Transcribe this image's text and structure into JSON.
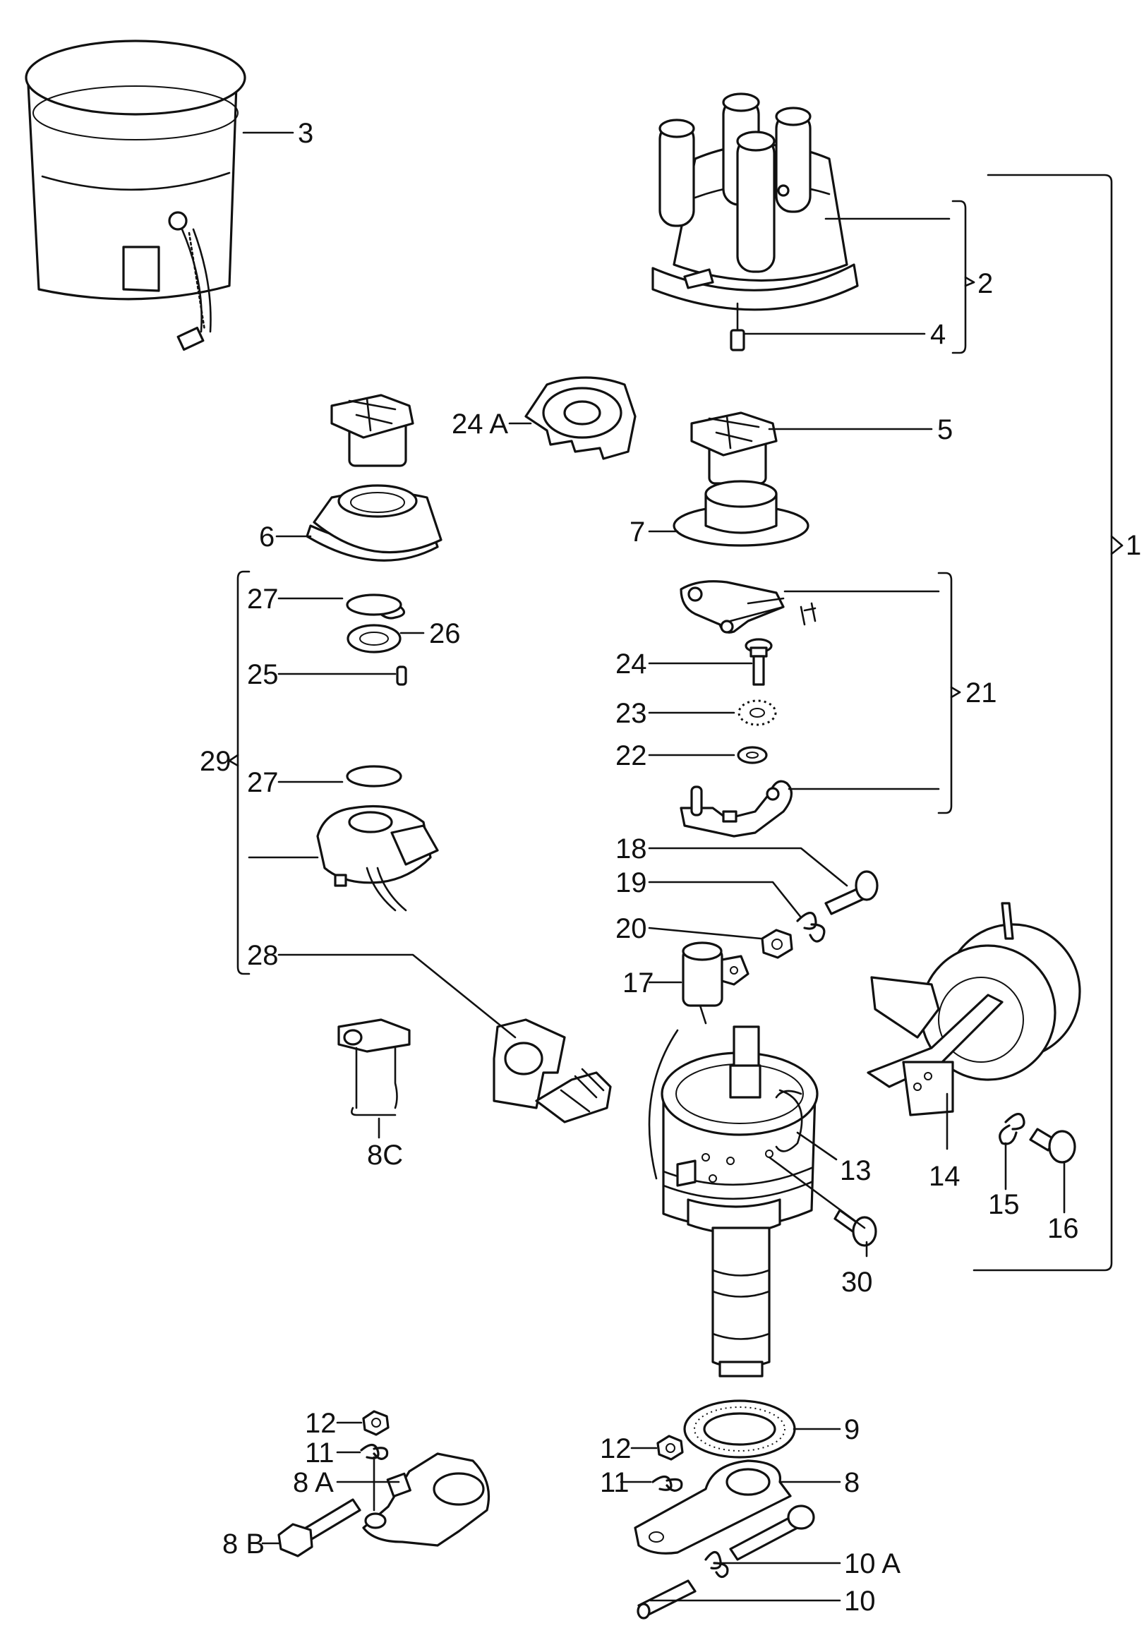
{
  "callouts": {
    "c1": "1",
    "c2": "2",
    "c3": "3",
    "c4": "4",
    "c5": "5",
    "c6": "6",
    "c7": "7",
    "c8": "8",
    "c8A": "8 A",
    "c8B": "8 B",
    "c8C": "8C",
    "c9": "9",
    "c10": "10",
    "c10A": "10 A",
    "c11a": "11",
    "c11b": "11",
    "c12a": "12",
    "c12b": "12",
    "c13": "13",
    "c14": "14",
    "c15": "15",
    "c16": "16",
    "c17": "17",
    "c18": "18",
    "c19": "19",
    "c20": "20",
    "c21": "21",
    "c22": "22",
    "c23": "23",
    "c24": "24",
    "c24A": "24 A",
    "c25": "25",
    "c26": "26",
    "c27a": "27",
    "c27b": "27",
    "c28": "28",
    "c29": "29",
    "c30": "30"
  }
}
